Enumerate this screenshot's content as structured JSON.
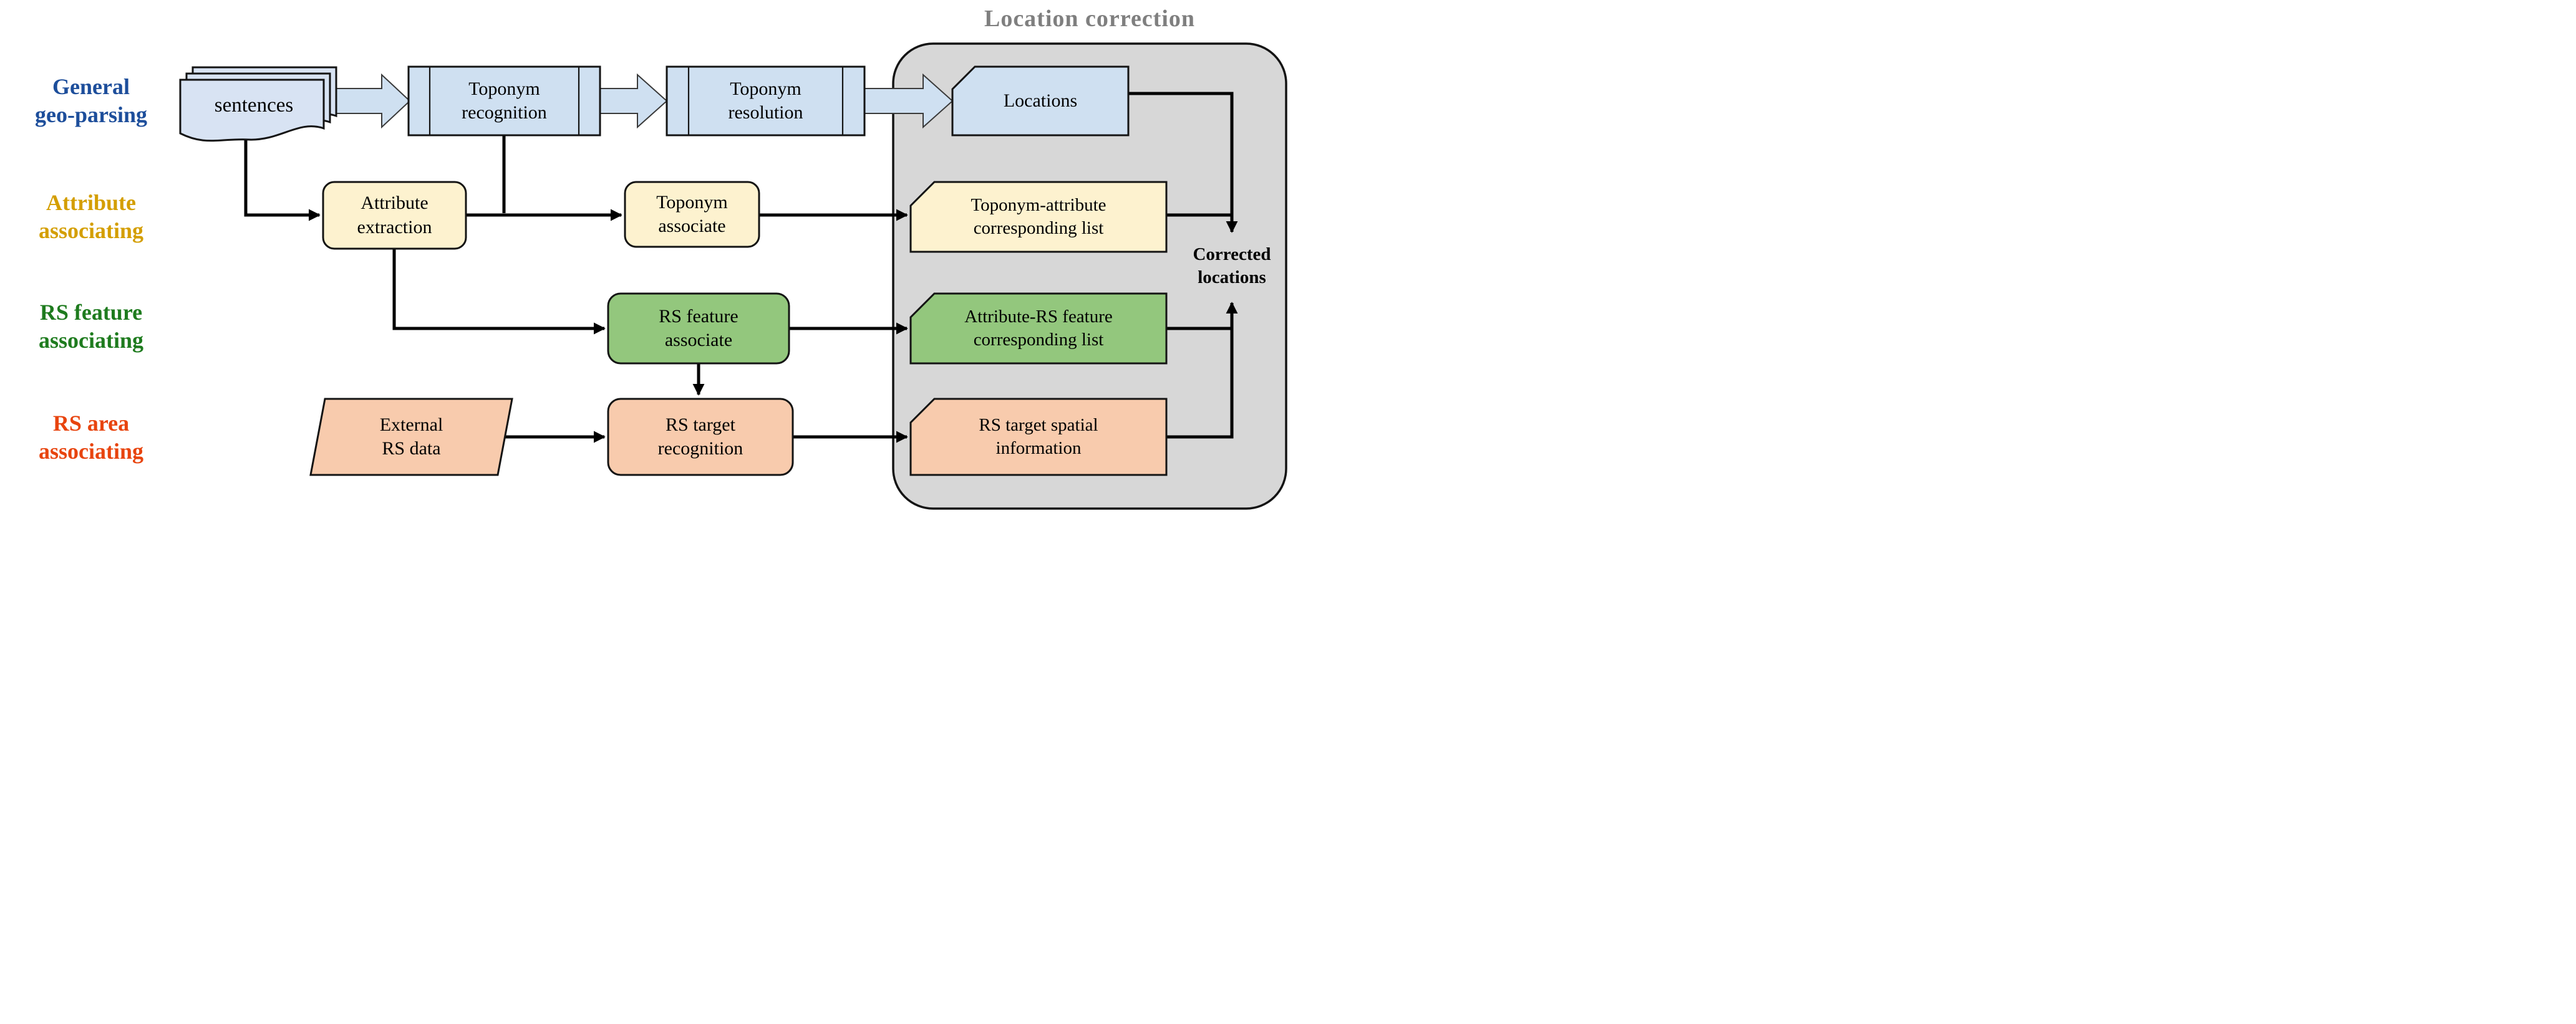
{
  "container": {
    "title": "Location correction",
    "title_color": "#7f7f7f",
    "fill": "#d7d7d7"
  },
  "rows": [
    {
      "label": "General\ngeo-parsing",
      "color": "#1d4e9b"
    },
    {
      "label": "Attribute\nassociating",
      "color": "#d49e00"
    },
    {
      "label": "RS feature\nassociating",
      "color": "#1e7b1e"
    },
    {
      "label": "RS area\nassociating",
      "color": "#e8440e"
    }
  ],
  "nodes": {
    "sentences": "sentences",
    "toponym_recognition": "Toponym\nrecognition",
    "toponym_resolution": "Toponym\nresolution",
    "locations": "Locations",
    "attribute_extraction": "Attribute\nextraction",
    "toponym_associate": "Toponym\nassociate",
    "toponym_attribute_list": "Toponym-attribute\ncorresponding list",
    "rs_feature_associate": "RS feature\nassociate",
    "attribute_rs_feature_list": "Attribute-RS feature\ncorresponding list",
    "external_rs_data": "External\nRS data",
    "rs_target_recognition": "RS target\nrecognition",
    "rs_target_spatial_information": "RS target spatial\ninformation"
  },
  "annotations": {
    "corrected_locations": "Corrected\nlocations"
  },
  "colors": {
    "general_blue_fill": "#cfe0f1",
    "attribute_cream_fill": "#fdf2cf",
    "rs_feature_green_fill": "#93c77d",
    "rs_area_peach_fill": "#f8cbad",
    "container_gray_fill": "#d7d7d7",
    "shape_border": "#141414",
    "connector": "#000000",
    "block_arrow_fill": "#cfe0f1"
  }
}
